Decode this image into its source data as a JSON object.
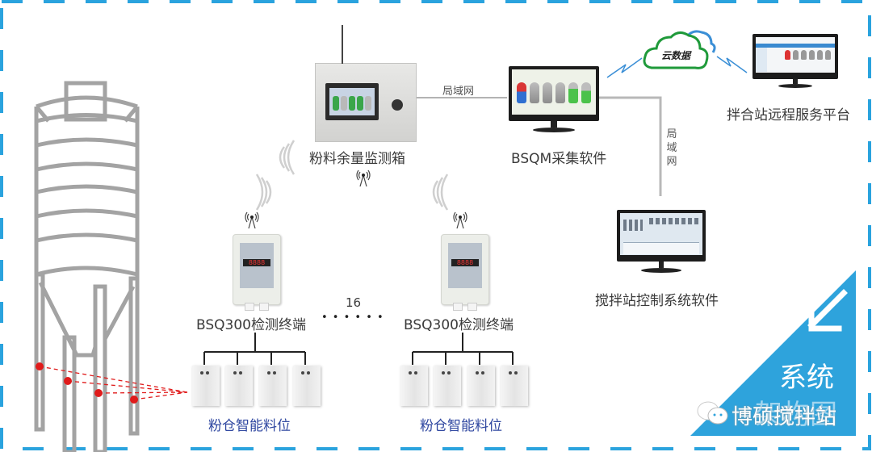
{
  "diagram": {
    "monitor_box": {
      "label": "粉料余量监测箱"
    },
    "bsqm_software": {
      "label": "BSQM采集软件"
    },
    "cloud": {
      "label": "云数据"
    },
    "remote_platform": {
      "label": "拌合站远程服务平台"
    },
    "control_software": {
      "label": "搅拌站控制系统软件"
    },
    "lan_horizontal": {
      "label": "局域网"
    },
    "lan_vertical": {
      "label": "局域网"
    },
    "terminal_left": {
      "label": "BSQ300检测终端"
    },
    "terminal_right": {
      "label": "BSQ300检测终端"
    },
    "terminal_count": {
      "label": "16",
      "ellipsis": "• • • • • •"
    },
    "sensors_left": {
      "label": "粉仓智能料位",
      "count": 4
    },
    "sensors_right": {
      "label": "粉仓智能料位",
      "count": 4
    },
    "corner_badge": {
      "line1": "系统",
      "line2": "架构图",
      "watermark": "博硕搅拌站"
    }
  },
  "colors": {
    "frame_dash": "#2aa3de",
    "badge_blue": "#2ea3dc",
    "sensor_label": "#2f47a0",
    "sensor_dot": "#e01b1b",
    "cloud_green": "#1f9a3a",
    "cloud_blue": "#3b8fd6",
    "silo_gray": "#a3a3a3"
  }
}
